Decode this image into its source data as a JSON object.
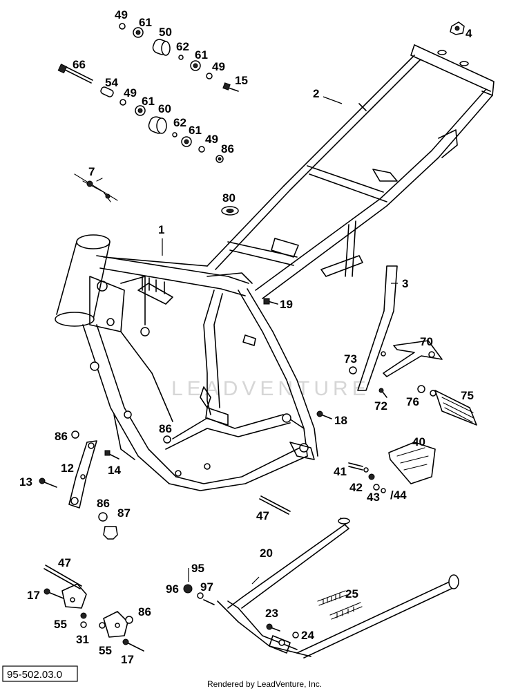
{
  "diagram": {
    "watermark": "LEADVENTURE",
    "drawing_code": "95-502.03.0",
    "rendered_by": "Rendered by LeadVenture, Inc.",
    "labels": {
      "p49a": "49",
      "p61a": "61",
      "p50": "50",
      "p62a": "62",
      "p61b": "61",
      "p49b": "49",
      "p15": "15",
      "p66": "66",
      "p54": "54",
      "p49c": "49",
      "p61c": "61",
      "p60": "60",
      "p62b": "62",
      "p61d": "61",
      "p49d": "49",
      "p86a": "86",
      "p4": "4",
      "p2": "2",
      "p7": "7",
      "p80": "80",
      "p1": "1",
      "p19": "19",
      "p3": "3",
      "p70": "70",
      "p73": "73",
      "p72": "72",
      "p76": "76",
      "p75": "75",
      "p18": "18",
      "p86b": "86",
      "p86c": "86",
      "p12": "12",
      "p14": "14",
      "p13": "13",
      "p86d": "86",
      "p87": "87",
      "p40": "40",
      "p41": "41",
      "p42": "42",
      "p43": "43",
      "p44": "/44",
      "p47a": "47",
      "p20": "20",
      "p47b": "47",
      "p95": "95",
      "p96": "96",
      "p97": "97",
      "p17a": "17",
      "p25": "25",
      "p23": "23",
      "p55a": "55",
      "p86e": "86",
      "p31": "31",
      "p24": "24",
      "p55b": "55",
      "p17b": "17"
    }
  }
}
